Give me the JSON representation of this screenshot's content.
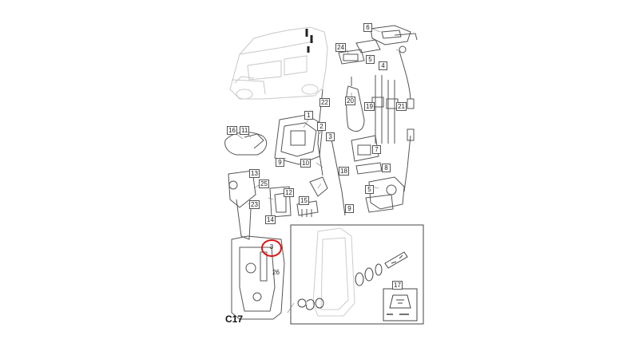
{
  "page_code": "C17",
  "highlighted_callout": "3",
  "highlight_color": "#dd1111",
  "callouts": {
    "c1": "1",
    "c2": "2",
    "c4": "4",
    "c5a": "5",
    "c5b": "5",
    "c6": "6",
    "c7": "7",
    "c8": "8",
    "c9": "9",
    "c10": "10",
    "c11": "11",
    "c12": "12",
    "c13": "13",
    "c14": "14",
    "c15": "15",
    "c16": "16",
    "c17": "17",
    "c18": "18",
    "c19": "19",
    "c20": "20",
    "c21": "21",
    "c22": "22",
    "c23": "23",
    "c24": "24",
    "c25": "25",
    "c26": "26"
  }
}
